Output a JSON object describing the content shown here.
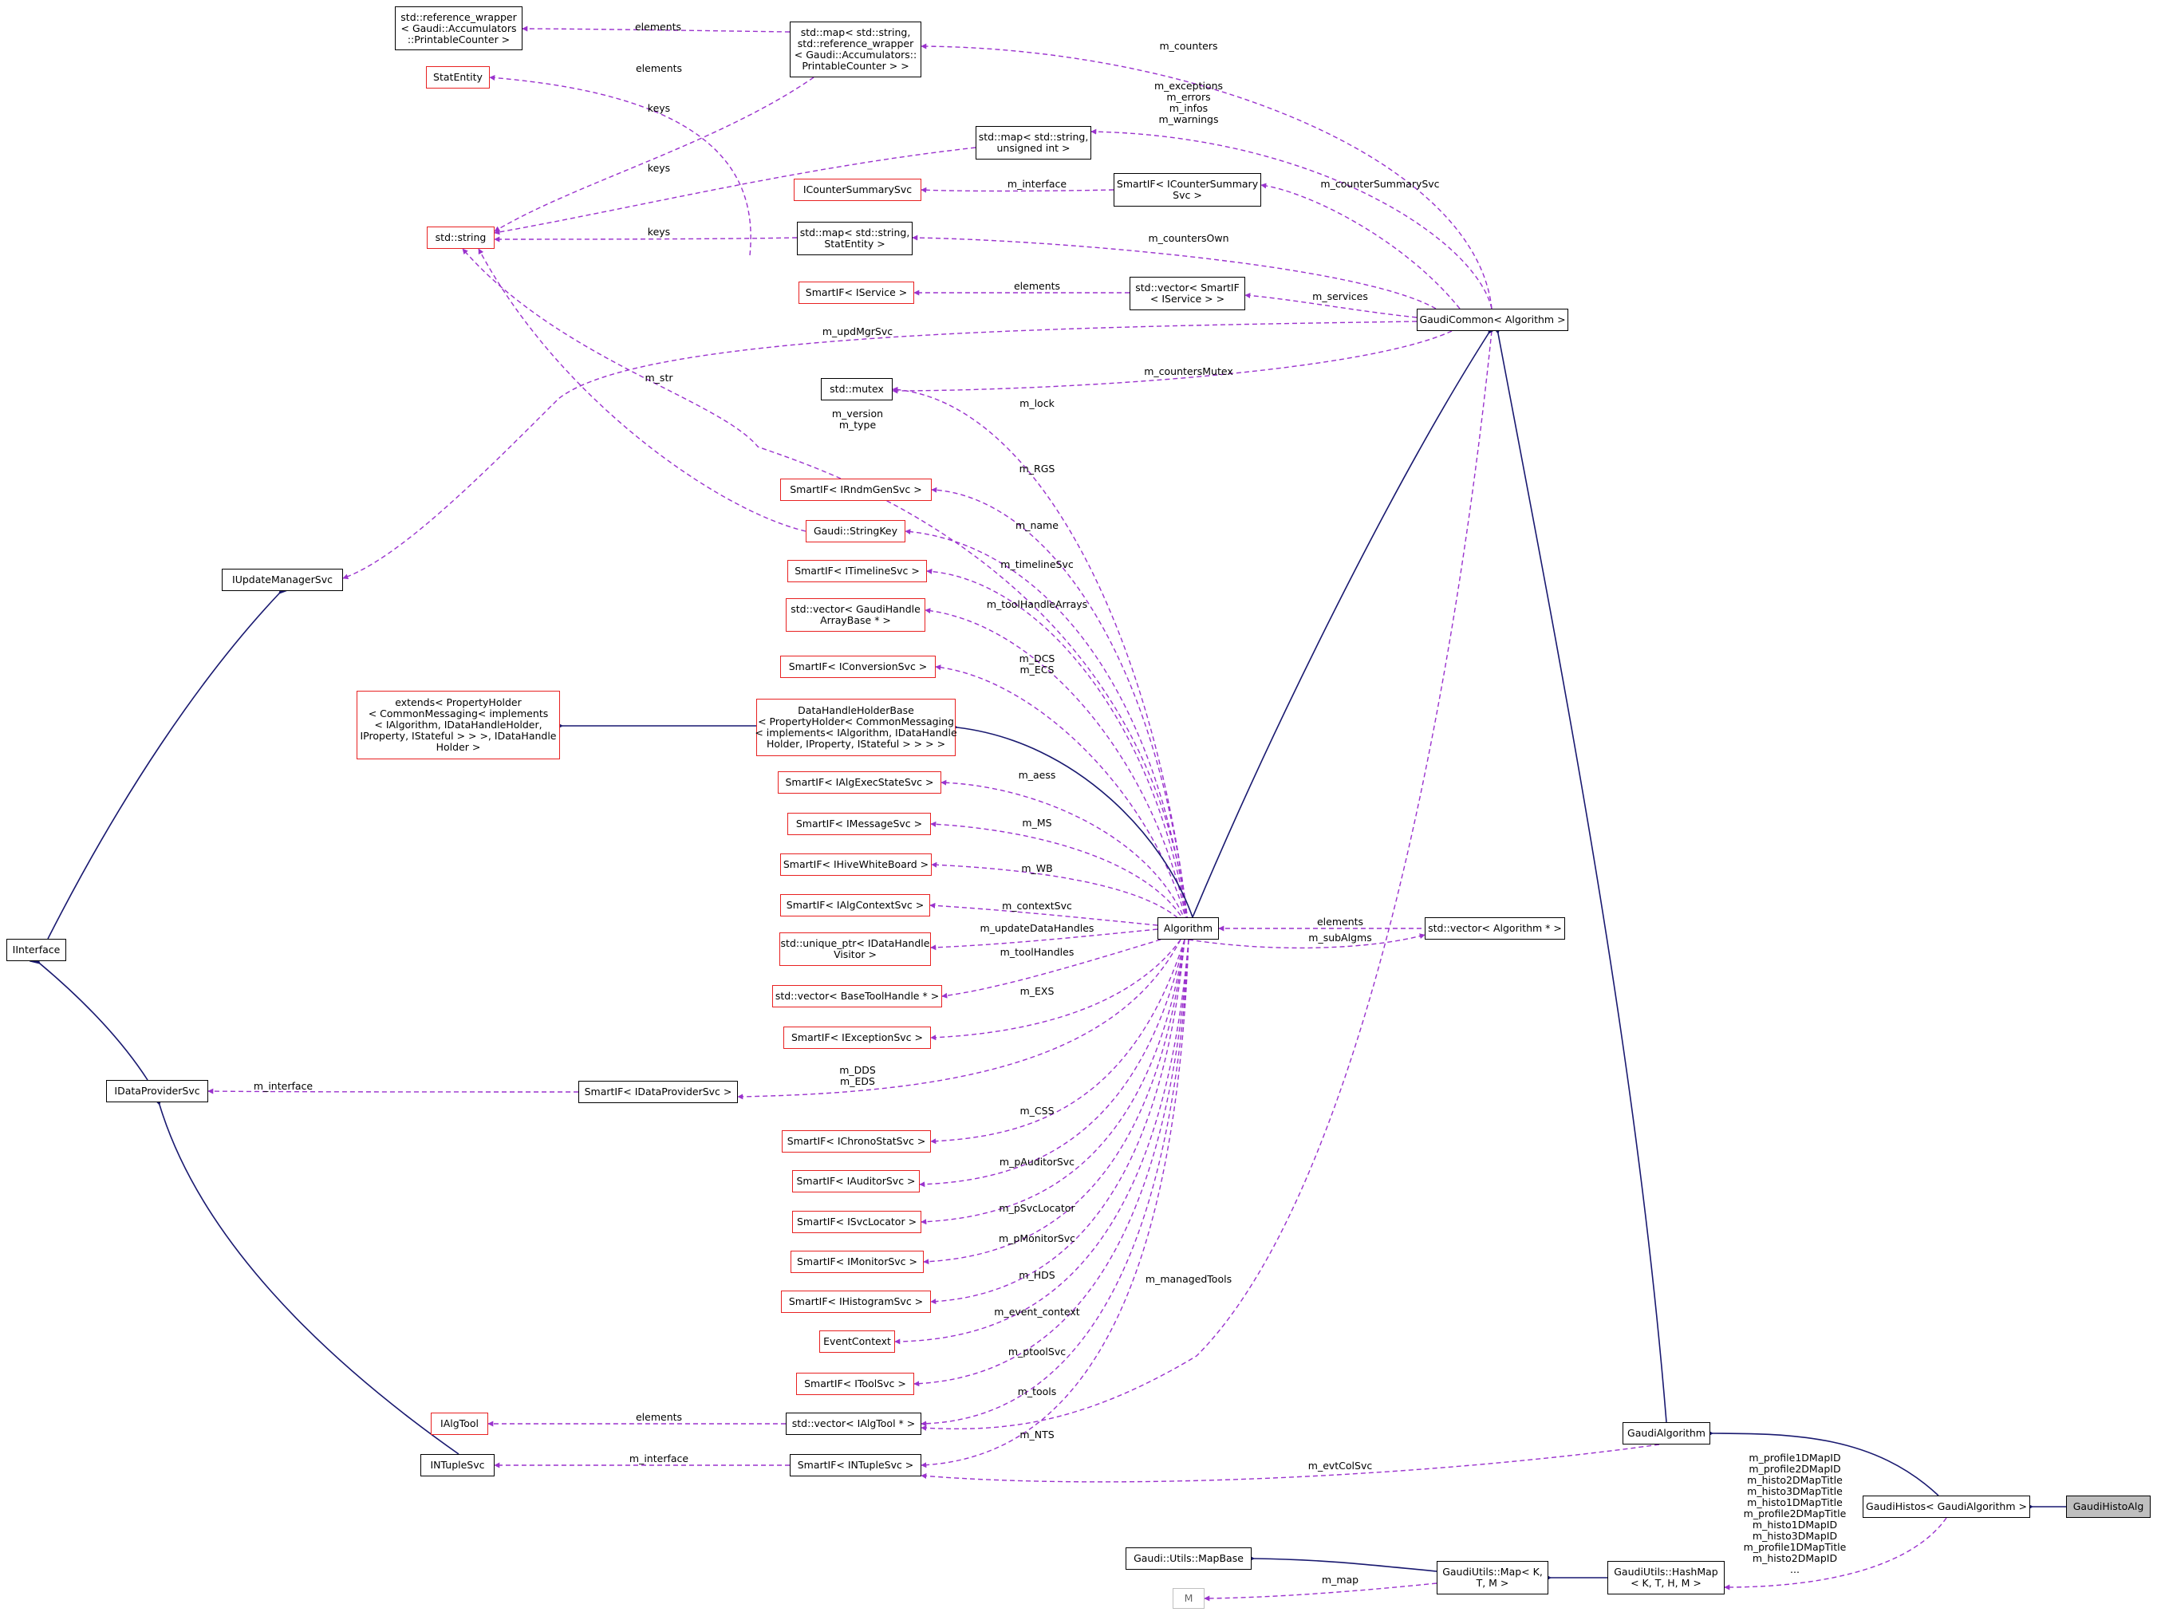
{
  "colors": {
    "inheritance": "#191970",
    "usage": "#9a32cd",
    "missing_node_border": "#e82121",
    "node_border": "#000000",
    "focus_fill": "#bfbfbf"
  },
  "nodes": {
    "ref_wrapper": [
      "std::reference_wrapper",
      "< Gaudi::Accumulators",
      "::PrintableCounter >"
    ],
    "map_refwrap": [
      "std::map< std::string,",
      "std::reference_wrapper",
      "< Gaudi::Accumulators::",
      "PrintableCounter > >"
    ],
    "statentity": [
      "StatEntity"
    ],
    "map_uint": [
      "std::map< std::string,",
      "unsigned int >"
    ],
    "icountersummary": [
      "ICounterSummarySvc"
    ],
    "smartif_countersummary": [
      "SmartIF< ICounterSummary",
      "Svc >"
    ],
    "stdstring": [
      "std::string"
    ],
    "map_statentity": [
      "std::map< std::string,",
      "StatEntity >"
    ],
    "smartif_iservice": [
      "SmartIF< IService >"
    ],
    "vector_smartif": [
      "std::vector< SmartIF",
      "< IService > >"
    ],
    "gaudicommon": [
      "GaudiCommon< Algorithm >"
    ],
    "stdmutex": [
      "std::mutex"
    ],
    "smartif_rndm": [
      "SmartIF< IRndmGenSvc >"
    ],
    "stringkey": [
      "Gaudi::StringKey"
    ],
    "smartif_timeline": [
      "SmartIF< ITimelineSvc >"
    ],
    "vector_handlearray": [
      "std::vector< GaudiHandle",
      "ArrayBase * >"
    ],
    "iupdatemanager": [
      "IUpdateManagerSvc"
    ],
    "smartif_conversion": [
      "SmartIF< IConversionSvc >"
    ],
    "extends": [
      "extends< PropertyHolder",
      "< CommonMessaging< implements",
      "< IAlgorithm, IDataHandleHolder,",
      "IProperty, IStateful > > >, IDataHandle",
      "Holder >"
    ],
    "datahandleholderbase": [
      "DataHandleHolderBase",
      "< PropertyHolder< CommonMessaging",
      "< implements< IAlgorithm, IDataHandle",
      "Holder, IProperty, IStateful > > > >"
    ],
    "smartif_algexecstate": [
      "SmartIF< IAlgExecStateSvc >"
    ],
    "smartif_message": [
      "SmartIF< IMessageSvc >"
    ],
    "smartif_hive": [
      "SmartIF< IHiveWhiteBoard >"
    ],
    "smartif_algcontext": [
      "SmartIF< IAlgContextSvc >"
    ],
    "iinterface": [
      "IInterface"
    ],
    "unique_ptr": [
      "std::unique_ptr< IDataHandle",
      "Visitor >"
    ],
    "algorithm": [
      "Algorithm"
    ],
    "vector_algorithm": [
      "std::vector< Algorithm * >"
    ],
    "vector_basetool": [
      "std::vector< BaseToolHandle * >"
    ],
    "smartif_exception": [
      "SmartIF< IExceptionSvc >"
    ],
    "idataprovider": [
      "IDataProviderSvc"
    ],
    "smartif_dataprovider": [
      "SmartIF< IDataProviderSvc >"
    ],
    "smartif_chrono": [
      "SmartIF< IChronoStatSvc >"
    ],
    "smartif_auditor": [
      "SmartIF< IAuditorSvc >"
    ],
    "smartif_svclocator": [
      "SmartIF< ISvcLocator >"
    ],
    "smartif_monitor": [
      "SmartIF< IMonitorSvc >"
    ],
    "smartif_histogram": [
      "SmartIF< IHistogramSvc >"
    ],
    "eventcontext": [
      "EventContext"
    ],
    "smartif_tool": [
      "SmartIF< IToolSvc >"
    ],
    "ialgtool": [
      "IAlgTool"
    ],
    "vector_ialgtool": [
      "std::vector< IAlgTool * >"
    ],
    "gaudialgorithm": [
      "GaudiAlgorithm"
    ],
    "intuple": [
      "INTupleSvc"
    ],
    "smartif_ntuple": [
      "SmartIF< INTupleSvc >"
    ],
    "gaudihistos": [
      "GaudiHistos< GaudiAlgorithm >"
    ],
    "gaudihistoalg": [
      "GaudiHistoAlg"
    ],
    "mapbase": [
      "Gaudi::Utils::MapBase"
    ],
    "gu_map": [
      "GaudiUtils::Map< K,",
      "T, M >"
    ],
    "hashmap": [
      "GaudiUtils::HashMap",
      "< K, T, H, M >"
    ],
    "m_node": [
      "M"
    ]
  },
  "edge_labels": {
    "elements_1": "elements",
    "m_counters": "m_counters",
    "elements_2": "elements",
    "keys_1": "keys",
    "m_exceptions_group": [
      "m_exceptions",
      "m_errors",
      "m_infos",
      "m_warnings"
    ],
    "keys_2": "keys",
    "m_interface_1": "m_interface",
    "m_counterSummarySvc": "m_counterSummarySvc",
    "keys_3": "keys",
    "m_countersOwn": "m_countersOwn",
    "elements_3": "elements",
    "m_services": "m_services",
    "m_updMgrSvc": "m_updMgrSvc",
    "m_str": "m_str",
    "m_countersMutex": "m_countersMutex",
    "m_lock": "m_lock",
    "m_version_group": [
      "m_version",
      "m_type"
    ],
    "m_RGS": "m_RGS",
    "m_name": "m_name",
    "m_timelineSvc": "m_timelineSvc",
    "m_toolHandleArrays": "m_toolHandleArrays",
    "m_dcs_group": [
      "m_DCS",
      "m_ECS"
    ],
    "m_aess": "m_aess",
    "m_MS": "m_MS",
    "m_WB": "m_WB",
    "m_contextSvc": "m_contextSvc",
    "m_updateDataHandles": "m_updateDataHandles",
    "m_toolHandles": "m_toolHandles",
    "elements_4": "elements",
    "m_subAlgms": "m_subAlgms",
    "m_EXS": "m_EXS",
    "m_interface_2": "m_interface",
    "m_dds_group": [
      "m_DDS",
      "m_EDS"
    ],
    "m_CSS": "m_CSS",
    "m_pAuditorSvc": "m_pAuditorSvc",
    "m_pSvcLocator": "m_pSvcLocator",
    "m_pMonitorSvc": "m_pMonitorSvc",
    "m_managedTools": "m_managedTools",
    "m_HDS": "m_HDS",
    "m_event_context": "m_event_context",
    "m_ptoolSvc": "m_ptoolSvc",
    "m_tools": "m_tools",
    "elements_5": "elements",
    "m_NTS": "m_NTS",
    "m_interface_3": "m_interface",
    "m_evtColSvc": "m_evtColSvc",
    "m_map": "m_map",
    "hashmap_group": [
      "m_profile1DMapID",
      "m_profile2DMapID",
      "m_histo2DMapTitle",
      "m_histo3DMapTitle",
      "m_histo1DMapTitle",
      "m_profile2DMapTitle",
      "m_histo1DMapID",
      "m_histo3DMapID",
      "m_profile1DMapTitle",
      "m_histo2DMapID",
      "..."
    ]
  }
}
